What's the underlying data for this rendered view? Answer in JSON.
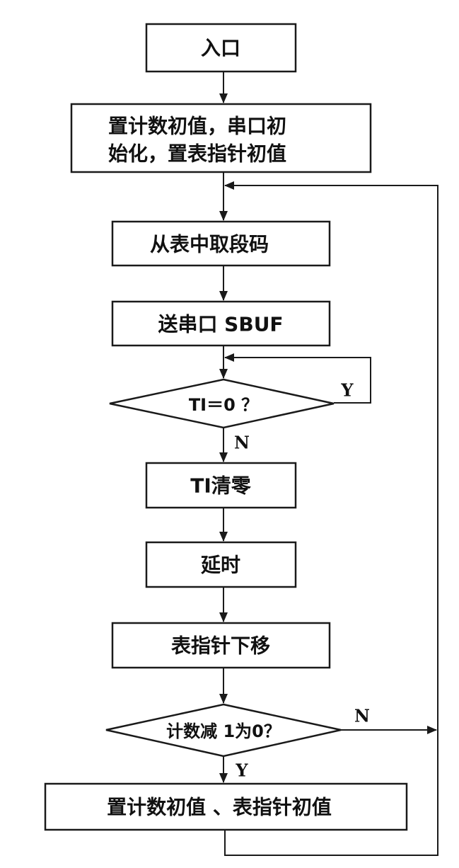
{
  "flowchart": {
    "nodes": {
      "entry": {
        "label": "入口"
      },
      "init": {
        "line1": "置计数初值，串口初",
        "line2": "始化，置表指针初值"
      },
      "fetch": {
        "label": "从表中取段码"
      },
      "send": {
        "label": "送串口 SBUF"
      },
      "check_ti": {
        "label": "TI＝0 ？"
      },
      "clear_ti": {
        "label": "TI清零"
      },
      "delay": {
        "label": "延时"
      },
      "move_ptr": {
        "label": "表指针下移"
      },
      "check_count": {
        "label": "计数减 1为0？"
      },
      "reset": {
        "label": "置计数初值 、表指针初值"
      }
    },
    "edge_labels": {
      "ti_yes": "Y",
      "ti_no": "N",
      "count_no": "N",
      "count_yes": "Y"
    }
  }
}
